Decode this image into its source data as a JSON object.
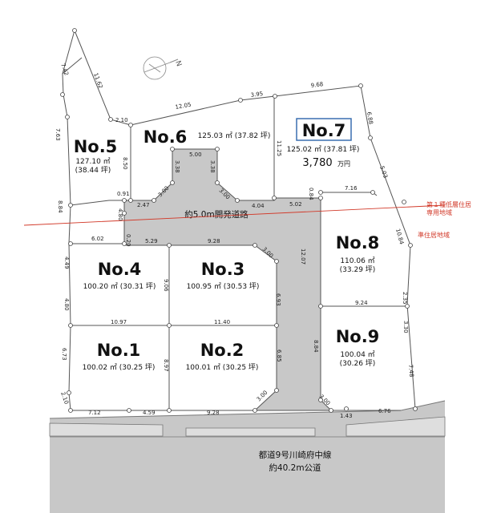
{
  "lots": [
    {
      "id": "no1",
      "name": "No.1",
      "area": "100.02 ㎡ (30.25 坪)"
    },
    {
      "id": "no2",
      "name": "No.2",
      "area": "100.01 ㎡ (30.25 坪)"
    },
    {
      "id": "no3",
      "name": "No.3",
      "area": "100.95 ㎡ (30.53 坪)"
    },
    {
      "id": "no4",
      "name": "No.4",
      "area": "100.20 ㎡ (30.31 坪)"
    },
    {
      "id": "no5",
      "name": "No.5",
      "area_sqm": "127.10 ㎡",
      "area_tsubo": "(38.44 坪)"
    },
    {
      "id": "no6",
      "name": "No.6",
      "area": "125.03 ㎡ (37.82 坪)"
    },
    {
      "id": "no7",
      "name": "No.7",
      "area": "125.02 ㎡ (37.81 坪)",
      "price": "3,780",
      "price_unit": "万円"
    },
    {
      "id": "no8",
      "name": "No.8",
      "area_sqm": "110.06 ㎡",
      "area_tsubo": "(33.29 坪)"
    },
    {
      "id": "no9",
      "name": "No.9",
      "area_sqm": "100.04 ㎡",
      "area_tsubo": "(30.26 坪)"
    }
  ],
  "roads": {
    "dev_road": "約5.0m開発道路",
    "public_road_line1": "都道9号川崎府中線",
    "public_road_line2": "約40.2m公道"
  },
  "zoning": {
    "upper_line1": "第１種低層住居",
    "upper_line2": "専用地域",
    "lower": "準住居地域"
  },
  "compass": {
    "north": "N"
  },
  "colors": {
    "road": "#c8c8c8",
    "zone_line": "#d23a2a",
    "no7_box": "#3a6fb0",
    "lot_line": "#555555"
  },
  "dims": {
    "d742": "7.42",
    "d1162": "11.62",
    "d210a": "2.10",
    "d1205": "12.05",
    "d395": "3.95",
    "d968": "9.68",
    "d688": "6.88",
    "d763": "7.63",
    "d850": "8.50",
    "d1125": "11.25",
    "d503": "5.03",
    "d500": "5.00",
    "d338a": "3.38",
    "d338b": "3.38",
    "d300a": "3.00",
    "d300b": "3.00",
    "d247": "2.47",
    "d091": "0.91",
    "d480a": "4.80",
    "d404": "4.04",
    "d502": "5.02",
    "d084": "0.84",
    "d716": "7.16",
    "d884a": "8.84",
    "d1084": "10.84",
    "d602": "6.02",
    "d020": "0.20",
    "d529": "5.29",
    "d928a": "9.28",
    "d300c": "3.00",
    "d1207": "12.07",
    "d449": "4.49",
    "d906": "9.06",
    "d693": "6.93",
    "d924": "9.24",
    "d235": "2.35",
    "d480b": "4.80",
    "d1097": "10.97",
    "d1140": "11.40",
    "d330": "3.30",
    "d673": "6.73",
    "d897": "8.97",
    "d685": "6.85",
    "d884b": "8.84",
    "d748": "7.48",
    "d210b": "2.10",
    "d300d": "3.00",
    "d300e": "3.00",
    "d712": "7.12",
    "d459": "4.59",
    "d928b": "9.28",
    "d143": "1.43",
    "d676": "6.76"
  }
}
